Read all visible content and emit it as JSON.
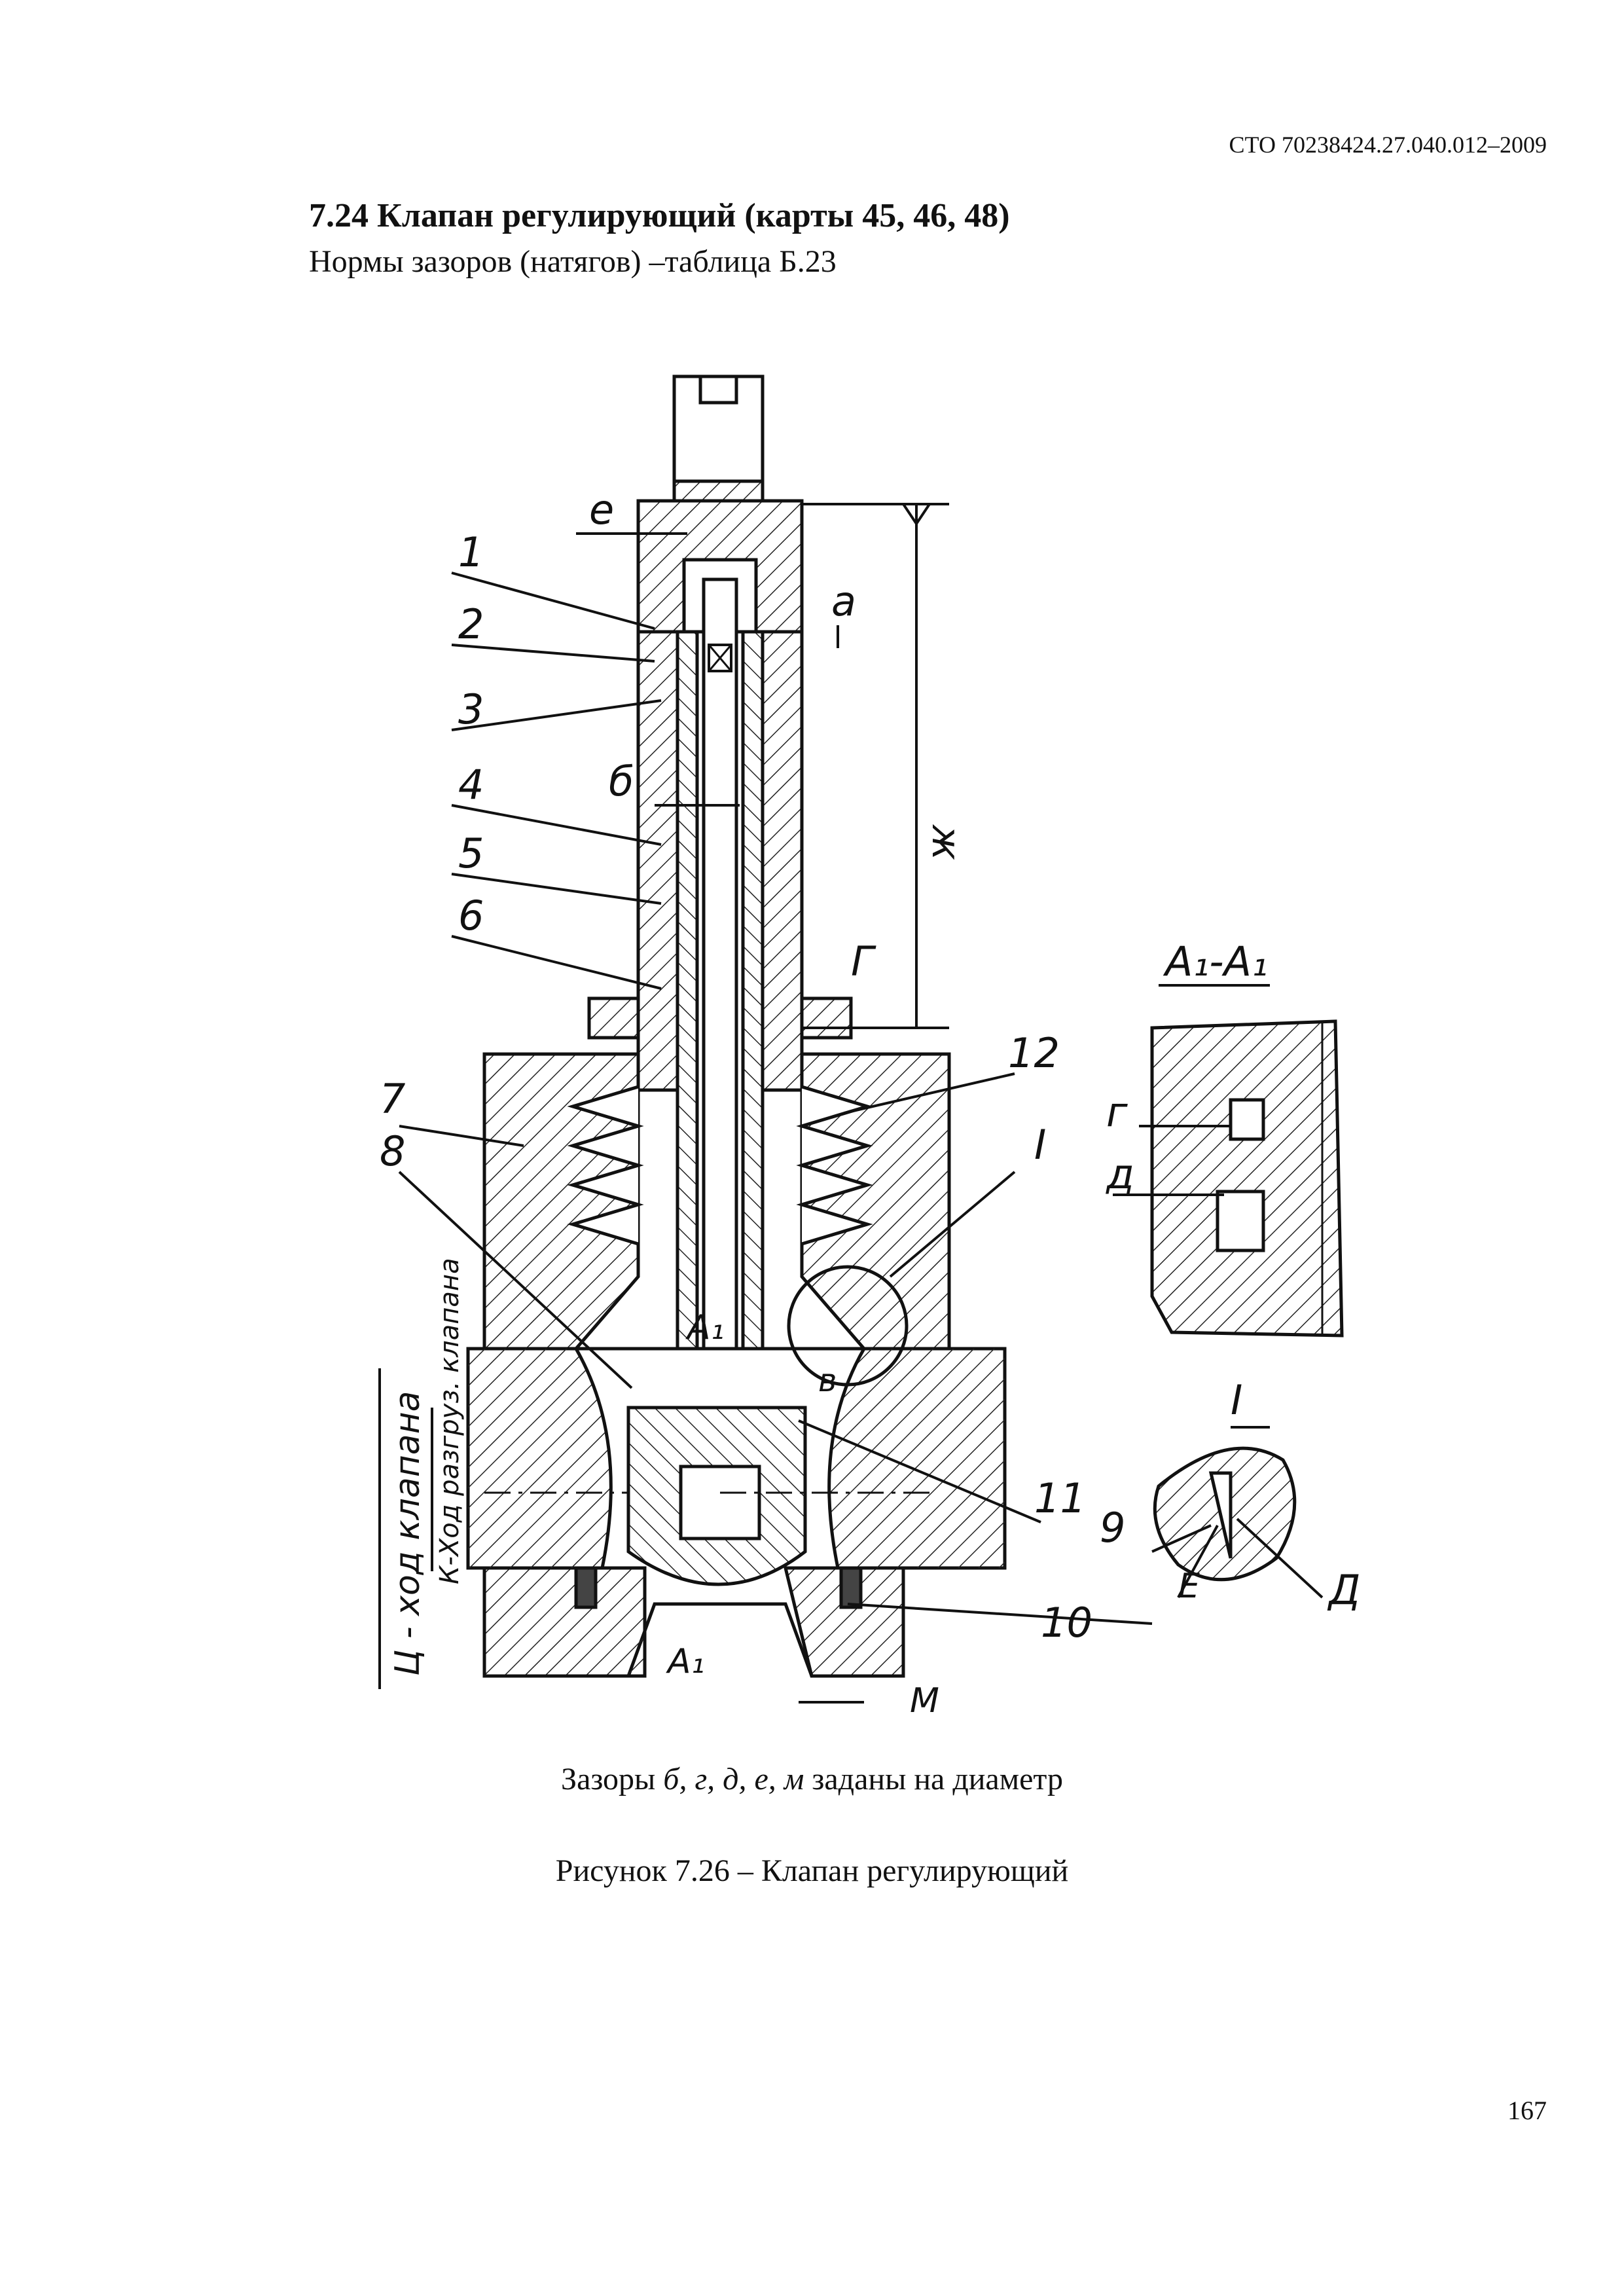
{
  "header": {
    "doc_code": "СТО 70238424.27.040.012–2009"
  },
  "section": {
    "title": "7.24 Клапан регулирующий (карты 45, 46, 48)",
    "subtitle": "Нормы зазоров (натягов) –таблица Б.23"
  },
  "figure": {
    "callouts": [
      "1",
      "2",
      "3",
      "4",
      "5",
      "6",
      "7",
      "8",
      "9",
      "10",
      "11",
      "12"
    ],
    "gap_labels": {
      "e": "е",
      "a": "а",
      "b": "б",
      "zh": "ж",
      "g_cap": "Г",
      "g": "г",
      "d": "д",
      "v": "в",
      "m": "М",
      "E": "Е",
      "D": "Д"
    },
    "section_labels": {
      "section_a1a1": "А₁-А₁",
      "a1_top": "А₁",
      "a1_bottom": "А₁",
      "detail_I": "I",
      "detail_I_view": "I"
    },
    "stroke_labels": {
      "full_stroke": "Ц - ход клапана",
      "unload_stroke": "К-Ход разгруз. клапана"
    }
  },
  "note": {
    "prefix": "Зазоры ",
    "letters": "б, г, д, е, м",
    "suffix": " заданы на диаметр"
  },
  "caption": "Рисунок 7.26 – Клапан регулирующий",
  "page_number": "167"
}
